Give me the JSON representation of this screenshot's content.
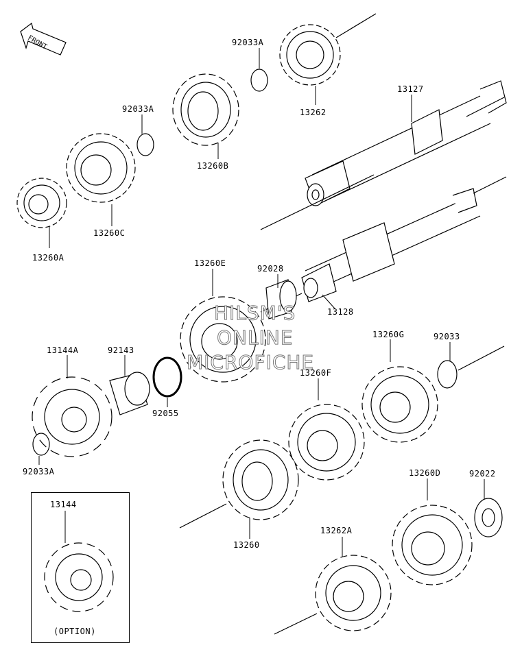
{
  "front_arrow": {
    "label": "FRONT"
  },
  "labels": {
    "p92033A_top": "92033A",
    "p13262": "13262",
    "p13127": "13127",
    "p92033A_left": "92033A",
    "p13260B": "13260B",
    "p13260C": "13260C",
    "p13260A": "13260A",
    "p13260E": "13260E",
    "p92028": "92028",
    "p13128": "13128",
    "p13144A": "13144A",
    "p92143": "92143",
    "p92055": "92055",
    "p92033A_low": "92033A",
    "p13260G": "13260G",
    "p92033": "92033",
    "p13260F": "13260F",
    "p13260D": "13260D",
    "p92022": "92022",
    "p13260": "13260",
    "p13262A": "13262A",
    "p13144": "13144",
    "option": "(OPTION)"
  },
  "watermark": {
    "line1": "HILSM'S",
    "line2": "ONLINE",
    "line3": "MICROFICHE"
  }
}
